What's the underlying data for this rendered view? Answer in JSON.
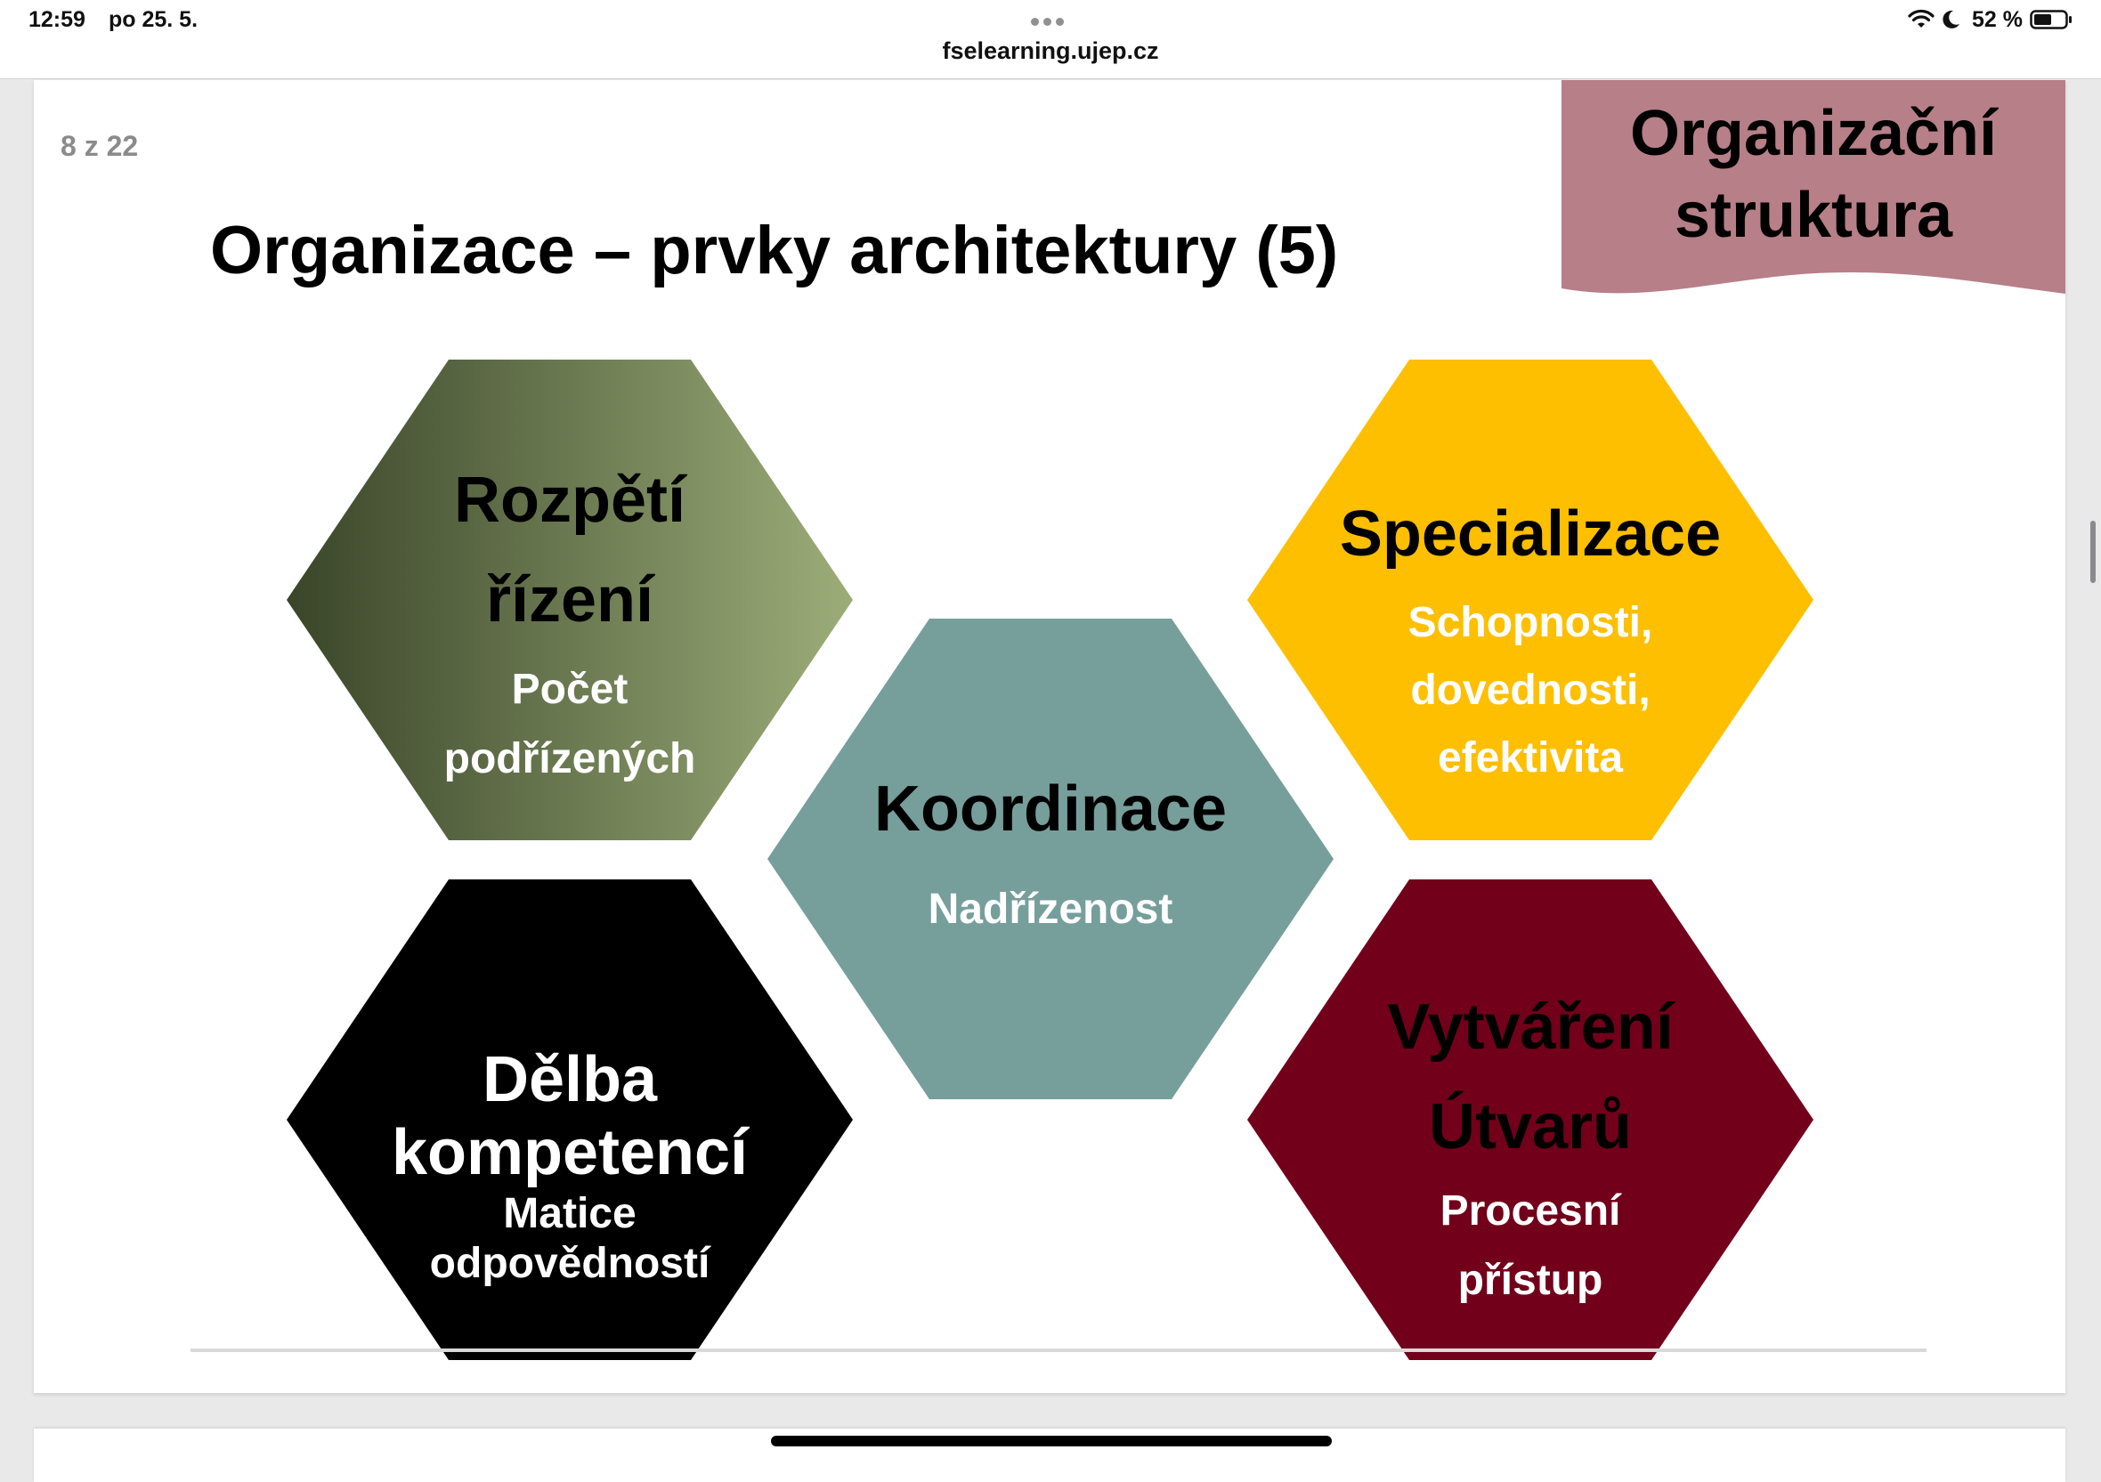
{
  "status": {
    "time": "12:59",
    "date": "po 25. 5.",
    "battery": "52 %",
    "url": "fselearning.ujep.cz"
  },
  "slide": {
    "page_count": "8 z 22",
    "title": "Organizace – prvky architektury (5)",
    "banner_line1": "Organizační",
    "banner_line2": "struktura",
    "banner_color": "#b77f88",
    "hexes": [
      {
        "title": [
          "Rozpětí",
          "řízení"
        ],
        "sub": [
          "Počet",
          "podřízených"
        ],
        "color": "#5b6b41",
        "title_color": "#000000",
        "sub_color": "#ffffff"
      },
      {
        "title": [
          "Specializace"
        ],
        "sub": [
          "Schopnosti,",
          "dovednosti,",
          "efektivita"
        ],
        "color": "#fdbf00",
        "title_color": "#000000",
        "sub_color": "#ffffff"
      },
      {
        "title": [
          "Koordinace"
        ],
        "sub": [
          "Nadřízenost"
        ],
        "color": "#769f9c",
        "title_color": "#000000",
        "sub_color": "#ffffff"
      },
      {
        "title": [
          "Dělba",
          "kompetencí"
        ],
        "sub": [
          "Matice",
          "odpovědností"
        ],
        "color": "#000000",
        "title_color": "#ffffff",
        "sub_color": "#ffffff"
      },
      {
        "title": [
          "Vytváření",
          "Útvarů"
        ],
        "sub": [
          "Procesní",
          "přístup"
        ],
        "color": "#72001a",
        "title_color": "#000000",
        "sub_color": "#ffffff"
      }
    ]
  }
}
